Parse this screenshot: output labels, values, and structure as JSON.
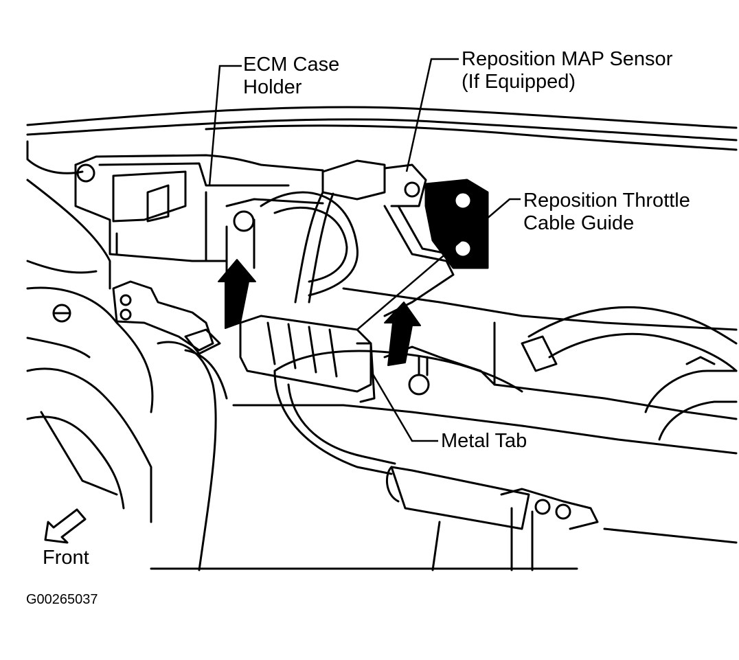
{
  "labels": {
    "ecm_case_holder": [
      "ECM Case",
      "Holder"
    ],
    "map_sensor": [
      "Reposition MAP Sensor",
      "(If Equipped)"
    ],
    "throttle_guide": [
      "Reposition Throttle",
      "Cable Guide"
    ],
    "metal_tab": "Metal Tab",
    "front": "Front"
  },
  "figure_id": "G00265037",
  "colors": {
    "ink": "#000000",
    "paper": "#ffffff"
  }
}
